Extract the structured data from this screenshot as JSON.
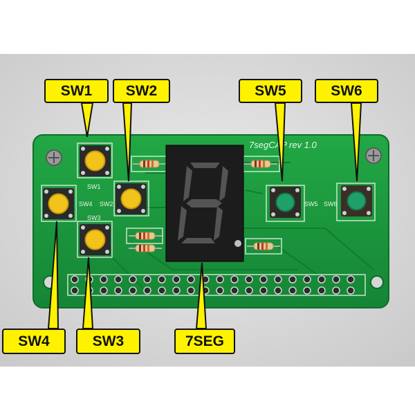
{
  "colors": {
    "pcb_green": "#1a9a3c",
    "callout_yellow": "#fff200",
    "button_yellow": "#f2c31a",
    "button_green": "#1fa06a",
    "display_black": "#1c1c1c"
  },
  "labels": {
    "sw1": "SW1",
    "sw2": "SW2",
    "sw3": "SW3",
    "sw4": "SW4",
    "sw5": "SW5",
    "sw6": "SW6",
    "seg7": "7SEG"
  },
  "silkscreen": {
    "board_name": "7segCAP rev 1.0",
    "sw1": "SW1",
    "sw2": "SW2",
    "sw3": "SW3",
    "sw4": "SW4",
    "sw5": "SW5",
    "sw6": "SW6"
  }
}
